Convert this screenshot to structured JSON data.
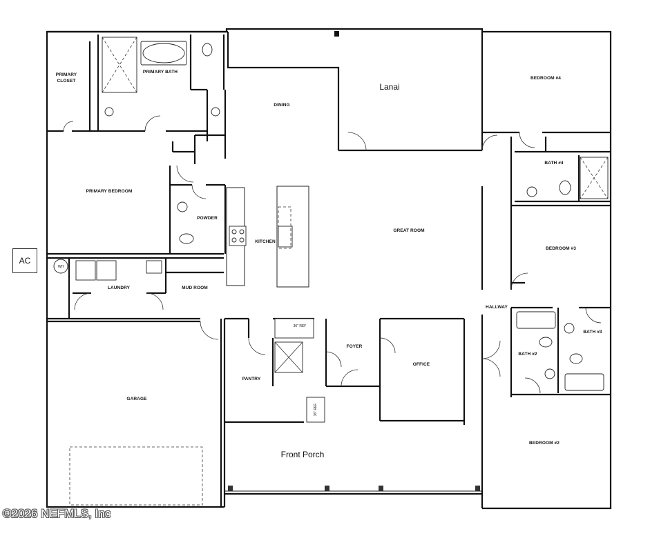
{
  "rooms": {
    "primary_closet_1": "PRIMARY",
    "primary_closet_2": "CLOSET",
    "primary_bath": "PRIMARY BATH",
    "lanai": "Lanai",
    "dining": "DINING",
    "bedroom4": "BEDROOM #4",
    "bath4": "BATH #4",
    "primary_bedroom": "PRIMARY BEDROOM",
    "powder": "POWDER",
    "kitchen": "KITCHEN",
    "great_room": "GREAT ROOM",
    "bedroom3": "BEDROOM #3",
    "laundry": "LAUNDRY",
    "mud_room": "MUD ROOM",
    "hallway": "HALLWAY",
    "bath3": "BATH #3",
    "foyer": "FOYER",
    "office": "OFFICE",
    "bath2": "BATH #2",
    "pantry": "PANTRY",
    "garage": "GARAGE",
    "front_porch": "Front Porch",
    "bedroom2": "BEDROOM #2"
  },
  "fixtures": {
    "water_heater": "WH",
    "ref_36": "36\" REF",
    "ref_36_vertical": "36\" REF"
  },
  "ac_label": "AC",
  "copyright": "©2026 NEFMLS, Inc"
}
